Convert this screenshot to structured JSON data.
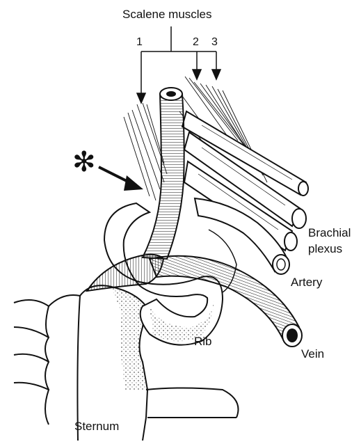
{
  "labels": {
    "scalene": "Scalene muscles",
    "n1": "1",
    "n2": "2",
    "n3": "3",
    "asterisk": "✻",
    "brachial_line1": "Brachial",
    "brachial_line2": "plexus",
    "artery": "Artery",
    "rib": "Rib",
    "vein": "Vein",
    "sternum": "Sternum"
  },
  "colors": {
    "ink": "#111111",
    "paper": "#ffffff"
  }
}
